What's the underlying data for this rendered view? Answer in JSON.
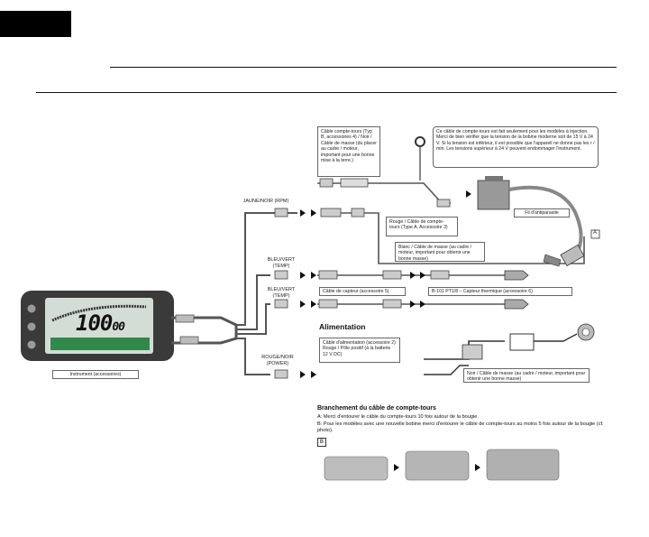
{
  "header": {},
  "diagram": {
    "device_label": "Instrument (accessoires)",
    "display_reading": "100",
    "display_reading_small": "00",
    "tach_note": "Câble compte-tours (Typ B, accessoires 4) / Noir / Câble de masse (du placer au cadre / moteur, important pour une bonne mise à la terre.)",
    "injection_note": "Ce câble de compte-tours est fait seulement pour les modèles à injection. Merci de bien vérifier que la tension de la bobine moderne soit de 15 V à 24 V. Si la tension est inférieur, il est possible que l'appareil ne donne pas les r / min. Les tensions supérieur à 24 V peuvent endommager l'instrument.",
    "spark_plug_wire": "Fil d'antiparasite",
    "rpm_label": "JAUNE/NOIR (RPM)",
    "type_a_note": "Rouge / Câble de compte-tours (Type A, Accessoire 3)",
    "ground_note": "Blanc / Câble de masse (au cadre / moteur, important pour obtenir une bonne masse)",
    "temp_label_1": "BLEU/VERT (TEMP)",
    "temp_label_2": "BLEU/VERT (TEMP)",
    "sensor_cable": "Câble de capteur (accessoire 5)",
    "sensor_thermal": "B-101 PT1/8 – Capteur thermique (accessoire 6)",
    "power_label": "ROUGE/NOIR (POWER)",
    "plug_marker": "A",
    "power_panel": {
      "title": "Alimentation",
      "cable_note": "Câble d'alimentation (accessoire 2) Rouge / Pôle positif (à la batterie 12 V DC)",
      "ground_note": "Noir / Câble de masse (au cadre / moteur, important pour obtenir une bonne masse)"
    },
    "wiring_panel": {
      "title": "Branchement du câble de compte-tours",
      "line_a": "A: Merci d'entourer le câble du compte-tours 10 fois autour de la bougie.",
      "line_b": "B: Pour les modèles avec une nouvelle bobine merci d'entourer le câble de compte-tours au moins 5 fois autour de la bougie (cf. photo).",
      "marker_b": "B"
    }
  },
  "colors": {
    "lcd_green": "#2f8a4a",
    "lcd_bg": "#d4dcd6",
    "housing": "#3a3a3a",
    "panel_bg": "#e4e4e4"
  }
}
